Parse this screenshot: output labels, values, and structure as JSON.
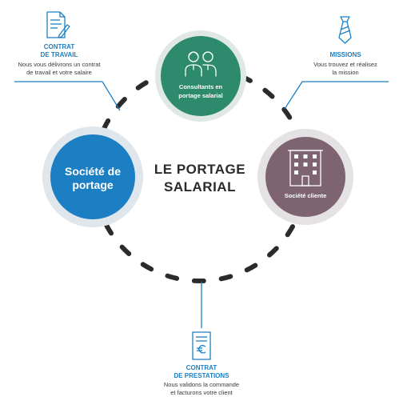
{
  "center": {
    "title_line1": "LE PORTAGE",
    "title_line2": "SALARIAL"
  },
  "nodes": {
    "consultants": {
      "line1": "Consultants en",
      "line2": "portage salarial",
      "color": "#2e8a6c",
      "ring": "#dfe8e3"
    },
    "societe_portage": {
      "line1": "Société de",
      "line2": "portage",
      "color": "#1c7fc4",
      "ring": "#dfe6ec"
    },
    "societe_cliente": {
      "label": "Société cliente",
      "color": "#7e6470",
      "ring": "#e5e2e4"
    }
  },
  "annotations": {
    "contrat_travail": {
      "title_line1": "CONTRAT",
      "title_line2": "DE TRAVAIL",
      "text_line1": "Nous vous délivrons un contrat",
      "text_line2": "de travail et votre salaire"
    },
    "missions": {
      "title": "MISSIONS",
      "text_line1": "Vous trouvez et réalisez",
      "text_line2": "la mission"
    },
    "contrat_prestations": {
      "title_line1": "CONTRAT",
      "title_line2": "DE PRESTATIONS",
      "text_line1": "Nous validons la commande",
      "text_line2": "et facturons votre client"
    }
  },
  "icons": {
    "contract": "document-pen-icon",
    "tie": "necktie-icon",
    "people": "consultants-people-icon",
    "building": "building-icon",
    "invoice": "euro-invoice-icon"
  },
  "colors": {
    "accent": "#1c7fc4",
    "dash": "#2b2b2b",
    "icon": "#1c7fc4"
  }
}
